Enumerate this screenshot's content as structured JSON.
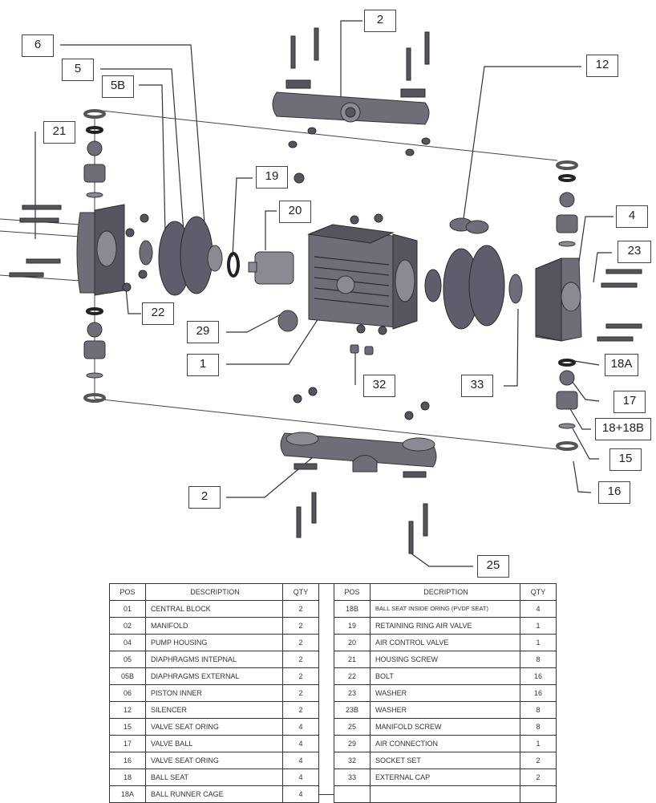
{
  "callouts": {
    "c6": "6",
    "c5": "5",
    "c5b": "5B",
    "c21": "21",
    "c2_top": "2",
    "c12": "12",
    "c19": "19",
    "c20": "20",
    "c4": "4",
    "c23": "23",
    "c22": "22",
    "c29": "29",
    "c1": "1",
    "c32": "32",
    "c33": "33",
    "c18a": "18A",
    "c17": "17",
    "c18_18b": "18+18B",
    "c15": "15",
    "c16": "16",
    "c2_bottom": "2",
    "c25": "25"
  },
  "parts_table": {
    "left": {
      "headers": {
        "pos": "POS",
        "desc": "DESCRIPTION",
        "qty": "QTY"
      },
      "rows": [
        {
          "pos": "01",
          "desc": "CENTRAL BLOCK",
          "qty": "2"
        },
        {
          "pos": "02",
          "desc": "MANIFOLD",
          "qty": "2"
        },
        {
          "pos": "04",
          "desc": "PUMP HOUSING",
          "qty": "2"
        },
        {
          "pos": "05",
          "desc": "DIAPHRAGMS INTEPNAL",
          "qty": "2"
        },
        {
          "pos": "05B",
          "desc": "DIAPHRAGMS EXTERNAL",
          "qty": "2"
        },
        {
          "pos": "06",
          "desc": "PISTON INNER",
          "qty": "2"
        },
        {
          "pos": "12",
          "desc": "SILENCER",
          "qty": "2"
        },
        {
          "pos": "15",
          "desc": "VALVE SEAT ORING",
          "qty": "4"
        },
        {
          "pos": "17",
          "desc": "VALVE BALL",
          "qty": "4"
        },
        {
          "pos": "16",
          "desc": "VALVE SEAT ORING",
          "qty": "4"
        },
        {
          "pos": "18",
          "desc": "BALL SEAT",
          "qty": "4"
        },
        {
          "pos": "18A",
          "desc": "BALL RUNNER CAGE",
          "qty": "4"
        }
      ]
    },
    "right": {
      "headers": {
        "pos": "POS",
        "desc": "DECRIPTION",
        "qty": "QTY"
      },
      "rows": [
        {
          "pos": "18B",
          "desc": "BALL SEAT INSIDE ORING (PVDF SEAT)",
          "qty": "4"
        },
        {
          "pos": "19",
          "desc": "RETAINING RING AIR VALVE",
          "qty": "1"
        },
        {
          "pos": "20",
          "desc": "AIR CONTROL VALVE",
          "qty": "1"
        },
        {
          "pos": "21",
          "desc": "HOUSING SCREW",
          "qty": "8"
        },
        {
          "pos": "22",
          "desc": "BOLT",
          "qty": "16"
        },
        {
          "pos": "23",
          "desc": "WASHER",
          "qty": "16"
        },
        {
          "pos": "23B",
          "desc": "WASHER",
          "qty": "8"
        },
        {
          "pos": "25",
          "desc": "MANIFOLD SCREW",
          "qty": "8"
        },
        {
          "pos": "29",
          "desc": "AIR CONNECTION",
          "qty": "1"
        },
        {
          "pos": "32",
          "desc": "SOCKET SET",
          "qty": "2"
        },
        {
          "pos": "33",
          "desc": "EXTERNAL CAP",
          "qty": "2"
        },
        {
          "pos": "",
          "desc": "",
          "qty": ""
        }
      ]
    }
  }
}
